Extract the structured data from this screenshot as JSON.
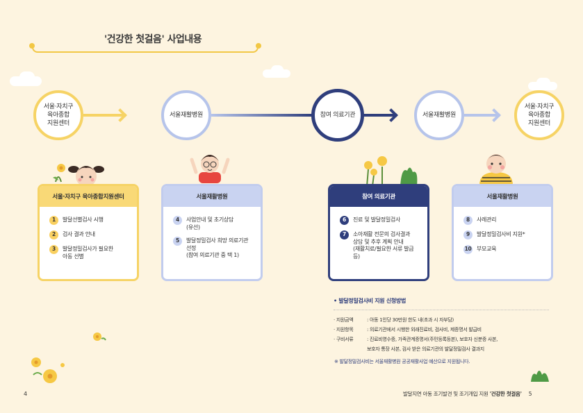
{
  "title": "'건강한 첫걸음' 사업내용",
  "flow": [
    {
      "label": "서울·자치구\n육아종합\n지원센터"
    },
    {
      "label": "서울재활병원"
    },
    {
      "label": "참여 의료기관"
    },
    {
      "label": "서울재활병원"
    },
    {
      "label": "서울·자치구\n육아종합\n지원센터"
    }
  ],
  "cards": [
    {
      "title": "서울·자치구 육아종합지원센터",
      "items": [
        {
          "num": "1",
          "text": "발달선별검사 시행"
        },
        {
          "num": "2",
          "text": "검사 결과 안내"
        },
        {
          "num": "3",
          "text": "발달정밀검사가 필요한\n아동 선별"
        }
      ]
    },
    {
      "title": "서울재활병원",
      "items": [
        {
          "num": "4",
          "text": "사업안내 및 초기상담\n(유선)"
        },
        {
          "num": "5",
          "text": "발달정밀검사 희망 의료기관\n선정\n(참여 의료기관 중 택 1)"
        }
      ]
    },
    {
      "title": "참여 의료기관",
      "items": [
        {
          "num": "6",
          "text": "진료 및 발달정밀검사"
        },
        {
          "num": "7",
          "text": "소아재활 전문의 검사결과\n상담 및 추후 계획 안내\n(재활치료/필요한 서류 발급 등)"
        }
      ]
    },
    {
      "title": "서울재활병원",
      "items": [
        {
          "num": "8",
          "text": "사례관리"
        },
        {
          "num": "9",
          "text": "발달정밀검사비 지원*"
        },
        {
          "num": "10",
          "text": "부모교육"
        }
      ]
    }
  ],
  "support": {
    "title": "발달정밀검사비 지원 신청방법",
    "rows": [
      {
        "label": "· 지원금액",
        "value": ": 아동 1인당 30만원 한도 내(초과 시 자부담)"
      },
      {
        "label": "· 지원항목",
        "value": ": 의료기관에서 시행한 외래진료비, 검사비, 제증명서 발급비"
      },
      {
        "label": "· 구비서류",
        "value": ": 진료비영수증, 가족관계증명서(주민등록등본), 보호자 신분증 사본,\n  보호자 통장 사본, 검사 받은 의료기관의 발달정밀검사 결과지"
      }
    ],
    "note": "※ 발달정밀검사비는 서울재활병원 공공재활사업 예산으로 지원됩니다."
  },
  "footer": {
    "page_left": "4",
    "text": "발달지연 아동 조기발견 및 조기개입 지원",
    "highlight": "'건강한 첫걸음'",
    "page_right": "5"
  },
  "colors": {
    "yellow": "#f6d365",
    "lavender": "#b6c4ea",
    "navy": "#2f3e7c",
    "background": "#fdf4e0"
  }
}
